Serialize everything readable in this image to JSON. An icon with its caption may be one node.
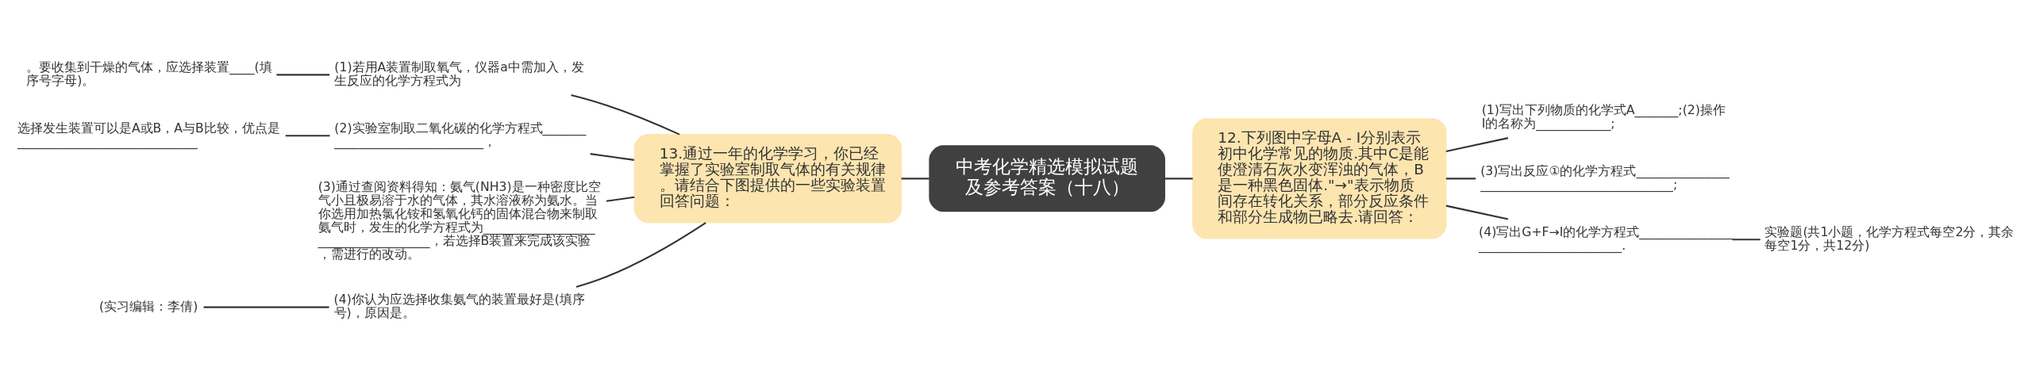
{
  "diagram": {
    "nodes": [
      {
        "text": [
          "中考化学精选模拟试题及参考答案（十八）"
        ]
      },
      {
        "text": [
          "13.通过一年的化学学习，你已经掌握了实验室制取气体的有关规律。请结合下图提供的一些实验装置回答问题："
        ]
      },
      {
        "text": [
          "12.下列图中字母A - I分别表示初中化学常见的物质.其中C是能使澄清石灰水变浑浊的气体，B是一种黑色固体.\"→\"表示物质间存在转化关系，部分反应条件和部分生成物已略去.请回答："
        ]
      },
      {
        "text": [
          "(1)若用A装置制取氧气，仪器a中需加入，发生反应的化学方程式为"
        ]
      },
      {
        "text": [
          "(2)实验室制取二氧化碳的化学方程式_______________________________，"
        ]
      },
      {
        "text": [
          "(3)通过查阅资料得知：氨气(NH3)是一种密度比空气小且极易溶于水的气体，其水溶液称为氨水。当你选用加热氯化铵和氢氧化钙的固体混合物来制取氨气时，发生的化学方程式为____________________________________，若选择B装置来完成该实验，需进行的改动。"
        ]
      },
      {
        "text": [
          "(4)你认为应选择收集氨气的装置最好是(填序号)，原因是。"
        ]
      },
      {
        "text": [
          "。要收集到干燥的气体，应选择装置____(填序号字母)。"
        ]
      },
      {
        "text": [
          "选择发生装置可以是A或B，A与B比较，优点是_____________________________"
        ]
      },
      {
        "text": [
          "(实习编辑：李倩)"
        ]
      },
      {
        "text": [
          "(1)写出下列物质的化学式A_______;(2)操作Ⅰ的名称为____________;"
        ]
      },
      {
        "text": [
          "(3)写出反应①的化学方程式______________________________________________;"
        ]
      },
      {
        "text": [
          "(4)写出G+F→I的化学方程式______________________________________."
        ]
      },
      {
        "text": [
          "实验题(共1小题，化学方程式每空2分，其余每空1分，共12分)"
        ]
      }
    ],
    "edges": [
      {
        "from": 0,
        "to": 1,
        "arrow": "none"
      },
      {
        "from": 0,
        "to": 2,
        "arrow": "none"
      },
      {
        "from": 1,
        "to": 3,
        "arrow": "none"
      },
      {
        "from": 1,
        "to": 4,
        "arrow": "none"
      },
      {
        "from": 1,
        "to": 5,
        "arrow": "none"
      },
      {
        "from": 1,
        "to": 6,
        "arrow": "none"
      },
      {
        "from": 3,
        "to": 7,
        "arrow": "none"
      },
      {
        "from": 4,
        "to": 8,
        "arrow": "none"
      },
      {
        "from": 6,
        "to": 9,
        "arrow": "none"
      },
      {
        "from": 2,
        "to": 10,
        "arrow": "none"
      },
      {
        "from": 2,
        "to": 11,
        "arrow": "none"
      },
      {
        "from": 2,
        "to": 12,
        "arrow": "none"
      },
      {
        "from": 12,
        "to": 13,
        "arrow": "none"
      }
    ]
  }
}
